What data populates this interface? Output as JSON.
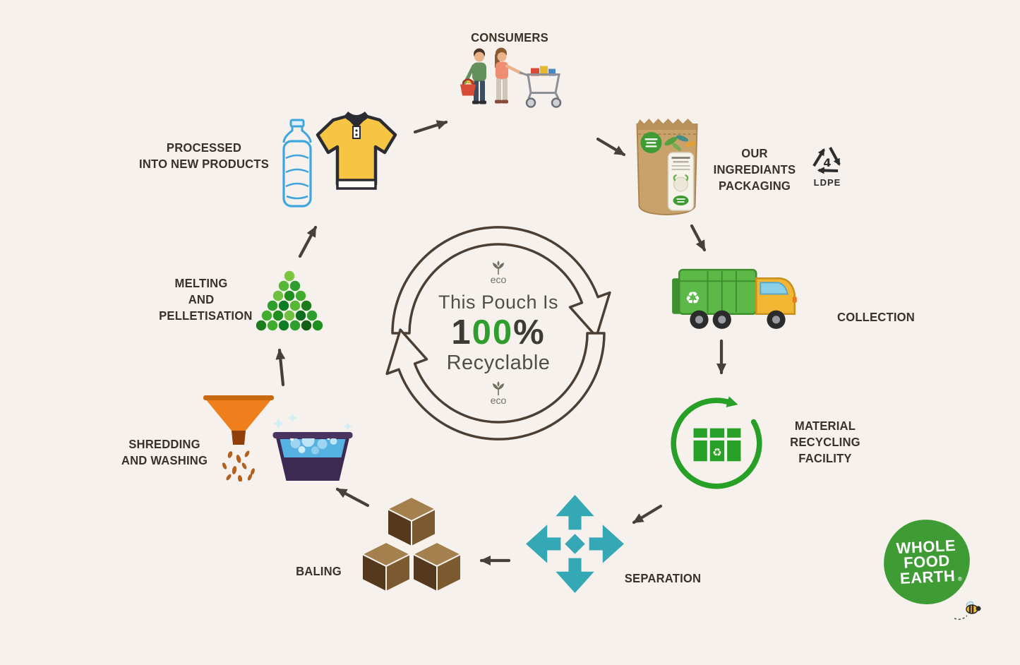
{
  "colors": {
    "background": "#f6f1ec",
    "label_text": "#3a3129",
    "accent_green": "#2f9e2f",
    "logo_green": "#3f9c35",
    "separation_teal": "#35a8b5",
    "flow_arrow": "#46403a",
    "truck_green": "#5cb847",
    "bale_brown": "#7a5a2e",
    "funnel_orange": "#ee7f1c"
  },
  "center": {
    "eco_top": "eco",
    "line1": "This Pouch Is",
    "pct_1": "1",
    "pct_00": "00",
    "pct_sym": "%",
    "line2": "Recyclable",
    "eco_bottom": "eco"
  },
  "steps": {
    "consumers": {
      "label": "CONSUMERS"
    },
    "packaging": {
      "label": "OUR INGREDIANTS\nPACKAGING",
      "ldpe_number": "4",
      "ldpe_code": "LDPE"
    },
    "collection": {
      "label": "COLLECTION"
    },
    "material_recycling_facility": {
      "label": "MATERIAL\nRECYCLING\nFACILITY"
    },
    "separation": {
      "label": "SEPARATION"
    },
    "baling": {
      "label": "BALING"
    },
    "shredding_washing": {
      "label": "SHREDDING\nAND WASHING"
    },
    "melting_pelletisation": {
      "label": "MELTING\nAND\nPELLETISATION"
    },
    "new_products": {
      "label": "PROCESSED\nINTO NEW PRODUCTS"
    }
  },
  "logo": {
    "line1": "WHOLE",
    "line2": "FOOD",
    "line3": "EARTH",
    "registered": "®"
  },
  "icons": {
    "consumers": "shoppers-with-cart-icon",
    "packaging": "kraft-pouch-icon",
    "ldpe": "recycle-triangle-ldpe-icon",
    "collection": "garbage-truck-icon",
    "material_recycling_facility": "recycling-facility-icon",
    "separation": "outward-arrows-icon",
    "baling": "stacked-bales-icon",
    "shredding": "funnel-shredder-icon",
    "washing": "wash-basin-icon",
    "melting": "pellet-pyramid-icon",
    "new_products": "bottle-and-tshirt-icon",
    "cycle": "circular-arrows-icon",
    "eco": "eco-leaf-icon",
    "brand": "whole-food-earth-logo",
    "bee": "bee-icon"
  }
}
